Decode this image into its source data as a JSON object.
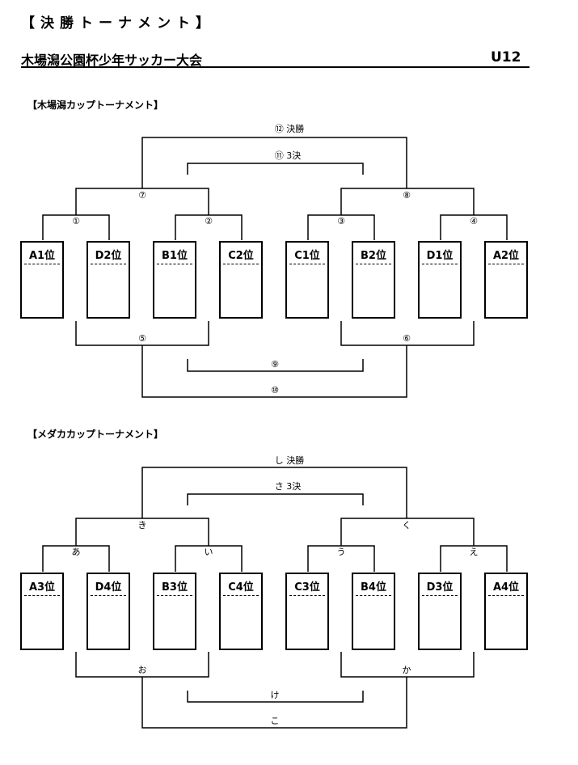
{
  "header": {
    "title": "【決勝トーナメント】",
    "subtitle": "木場潟公園杯少年サッカー大会",
    "category": "U12"
  },
  "bracket1": {
    "heading": "【木場潟カップトーナメント】",
    "teams": [
      "A1位",
      "D2位",
      "B1位",
      "C2位",
      "C1位",
      "B2位",
      "D1位",
      "A2位"
    ],
    "labels": {
      "m1": "①",
      "m2": "②",
      "m3": "③",
      "m4": "④",
      "m5": "⑤",
      "m6": "⑥",
      "m7": "⑦",
      "m8": "⑧",
      "m9": "⑨",
      "m10": "⑩",
      "m11": "⑪ 3決",
      "m12": "⑫ 決勝"
    }
  },
  "bracket2": {
    "heading": "【メダカカップトーナメント】",
    "teams": [
      "A3位",
      "D4位",
      "B3位",
      "C4位",
      "C3位",
      "B4位",
      "D3位",
      "A4位"
    ],
    "labels": {
      "m1": "あ",
      "m2": "い",
      "m3": "う",
      "m4": "え",
      "m5": "お",
      "m6": "か",
      "m7": "き",
      "m8": "く",
      "m9": "け",
      "m10": "こ",
      "m11": "さ 3決",
      "m12": "し 決勝"
    }
  }
}
